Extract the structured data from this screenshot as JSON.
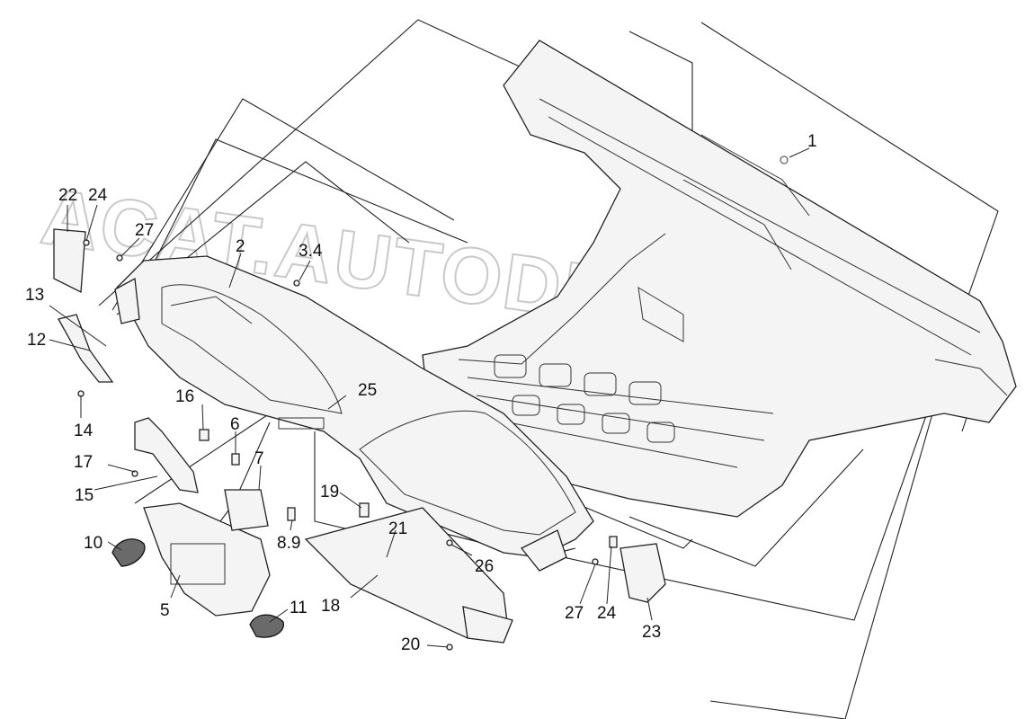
{
  "watermark": "ACAT.AUTODEALER.RU",
  "callouts": {
    "c1": "1",
    "c2": "2",
    "c3_4": "3.4",
    "c5": "5",
    "c6": "6",
    "c7": "7",
    "c8_9": "8.9",
    "c10": "10",
    "c11": "11",
    "c12": "12",
    "c13": "13",
    "c14": "14",
    "c15": "15",
    "c16": "16",
    "c17": "17",
    "c18": "18",
    "c19": "19",
    "c20": "20",
    "c21": "21",
    "c22": "22",
    "c24a": "24",
    "c24b": "24",
    "c23": "23",
    "c25": "25",
    "c26": "26",
    "c27a": "27",
    "c27b": "27"
  }
}
